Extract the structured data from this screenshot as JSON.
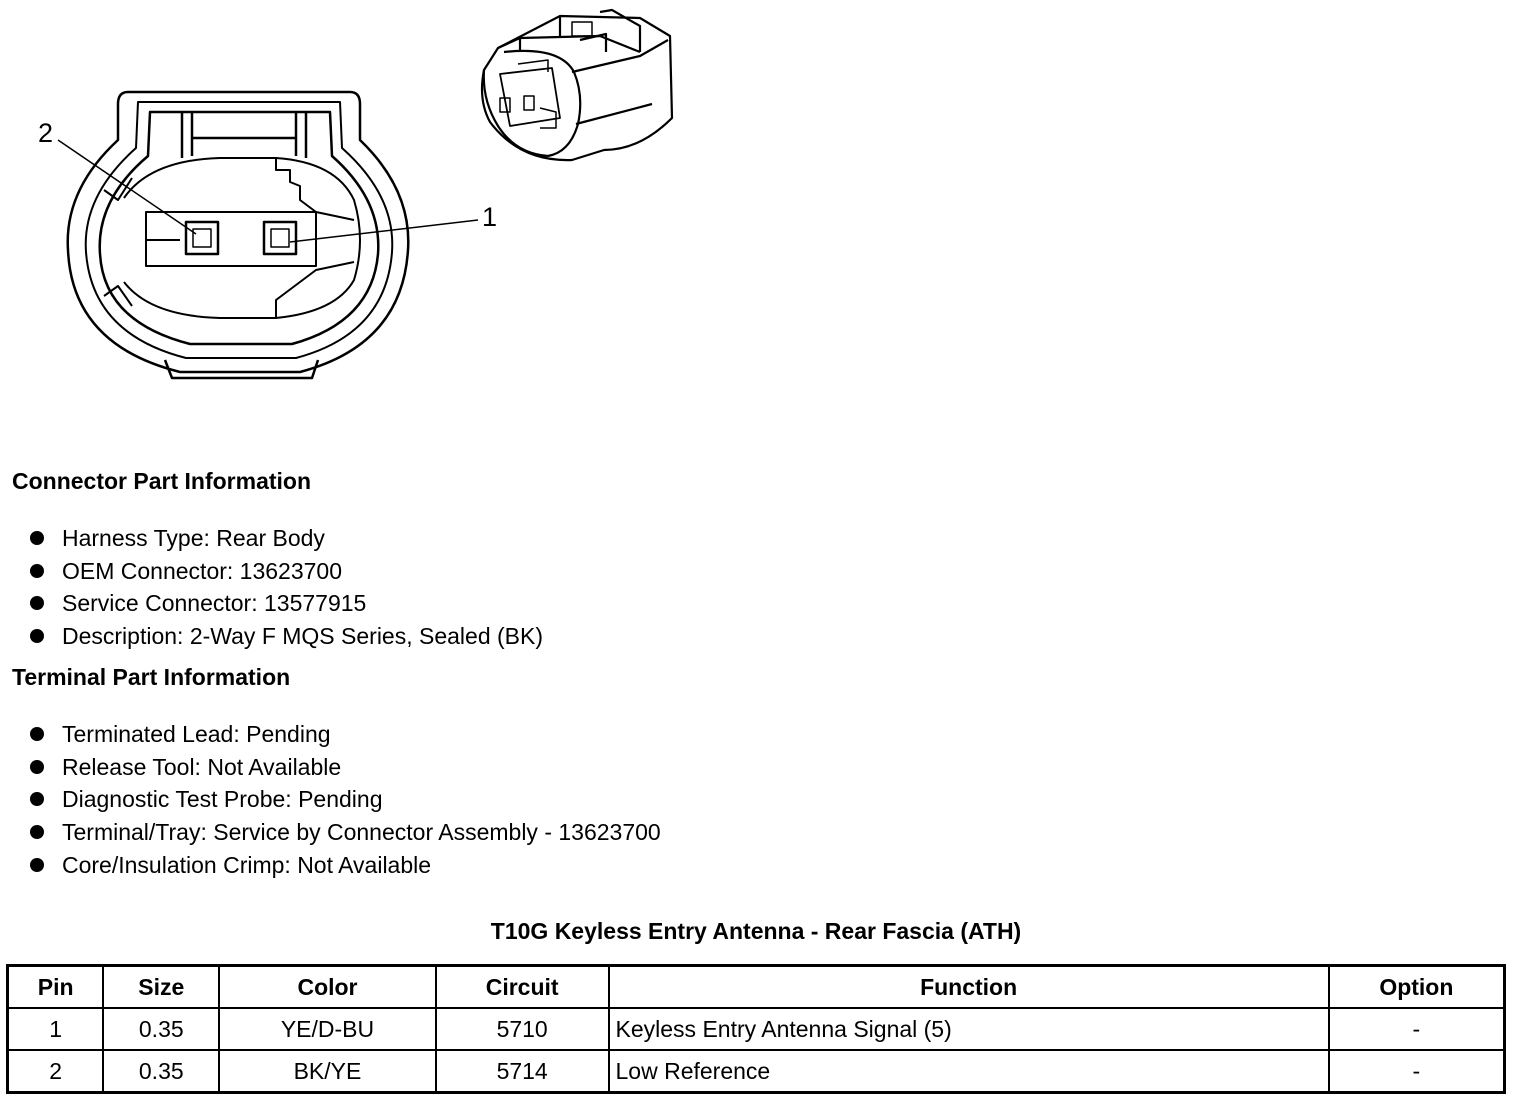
{
  "diagram": {
    "callouts": [
      {
        "label": "2"
      },
      {
        "label": "1"
      }
    ]
  },
  "connector_info": {
    "heading": "Connector Part Information",
    "items": [
      "Harness Type: Rear Body",
      "OEM Connector: 13623700",
      "Service Connector: 13577915",
      "Description: 2-Way F MQS Series, Sealed (BK)"
    ]
  },
  "terminal_info": {
    "heading": "Terminal Part Information",
    "items": [
      "Terminated Lead: Pending",
      "Release Tool: Not Available",
      "Diagnostic Test Probe: Pending",
      "Terminal/Tray: Service by Connector Assembly - 13623700",
      "Core/Insulation Crimp: Not Available"
    ]
  },
  "pin_table": {
    "title": "T10G Keyless Entry Antenna - Rear Fascia (ATH)",
    "headers": [
      "Pin",
      "Size",
      "Color",
      "Circuit",
      "Function",
      "Option"
    ],
    "rows": [
      [
        "1",
        "0.35",
        "YE/D-BU",
        "5710",
        "Keyless Entry Antenna Signal (5)",
        "-"
      ],
      [
        "2",
        "0.35",
        "BK/YE",
        "5714",
        "Low Reference",
        "-"
      ]
    ]
  }
}
